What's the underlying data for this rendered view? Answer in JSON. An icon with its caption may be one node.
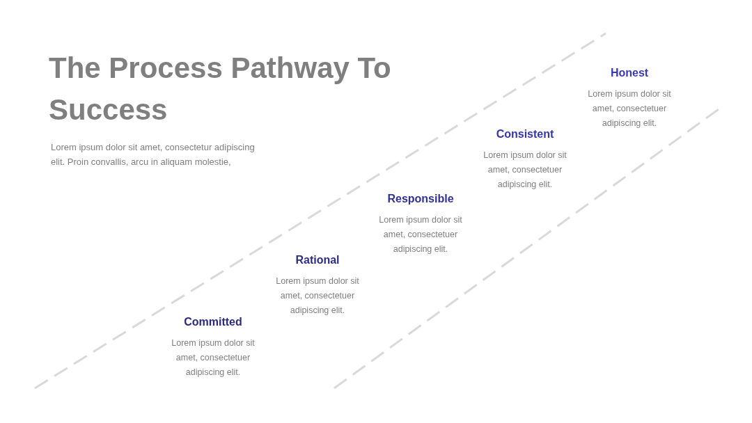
{
  "diagram": {
    "title": "The Process Pathway To Success",
    "nodes": [
      {
        "text": [
          "Committed",
          "Lorem ipsum dolor sit amet, consectetuer adipiscing elit."
        ]
      },
      {
        "text": [
          "Rational",
          "Lorem ipsum dolor sit amet, consectetuer adipiscing elit."
        ]
      },
      {
        "text": [
          "Responsible",
          "Lorem ipsum dolor sit amet, consectetuer adipiscing elit."
        ]
      },
      {
        "text": [
          "Consistent",
          "Lorem ipsum dolor sit amet, consectetuer adipiscing elit."
        ]
      },
      {
        "text": [
          "Honest",
          "Lorem ipsum dolor sit amet, consectetuer adipiscing elit."
        ]
      }
    ],
    "labels": [
      "Lorem ipsum dolor sit amet, consectetur adipiscing elit. Proin convallis, arcu in aliquam molestie,"
    ]
  }
}
